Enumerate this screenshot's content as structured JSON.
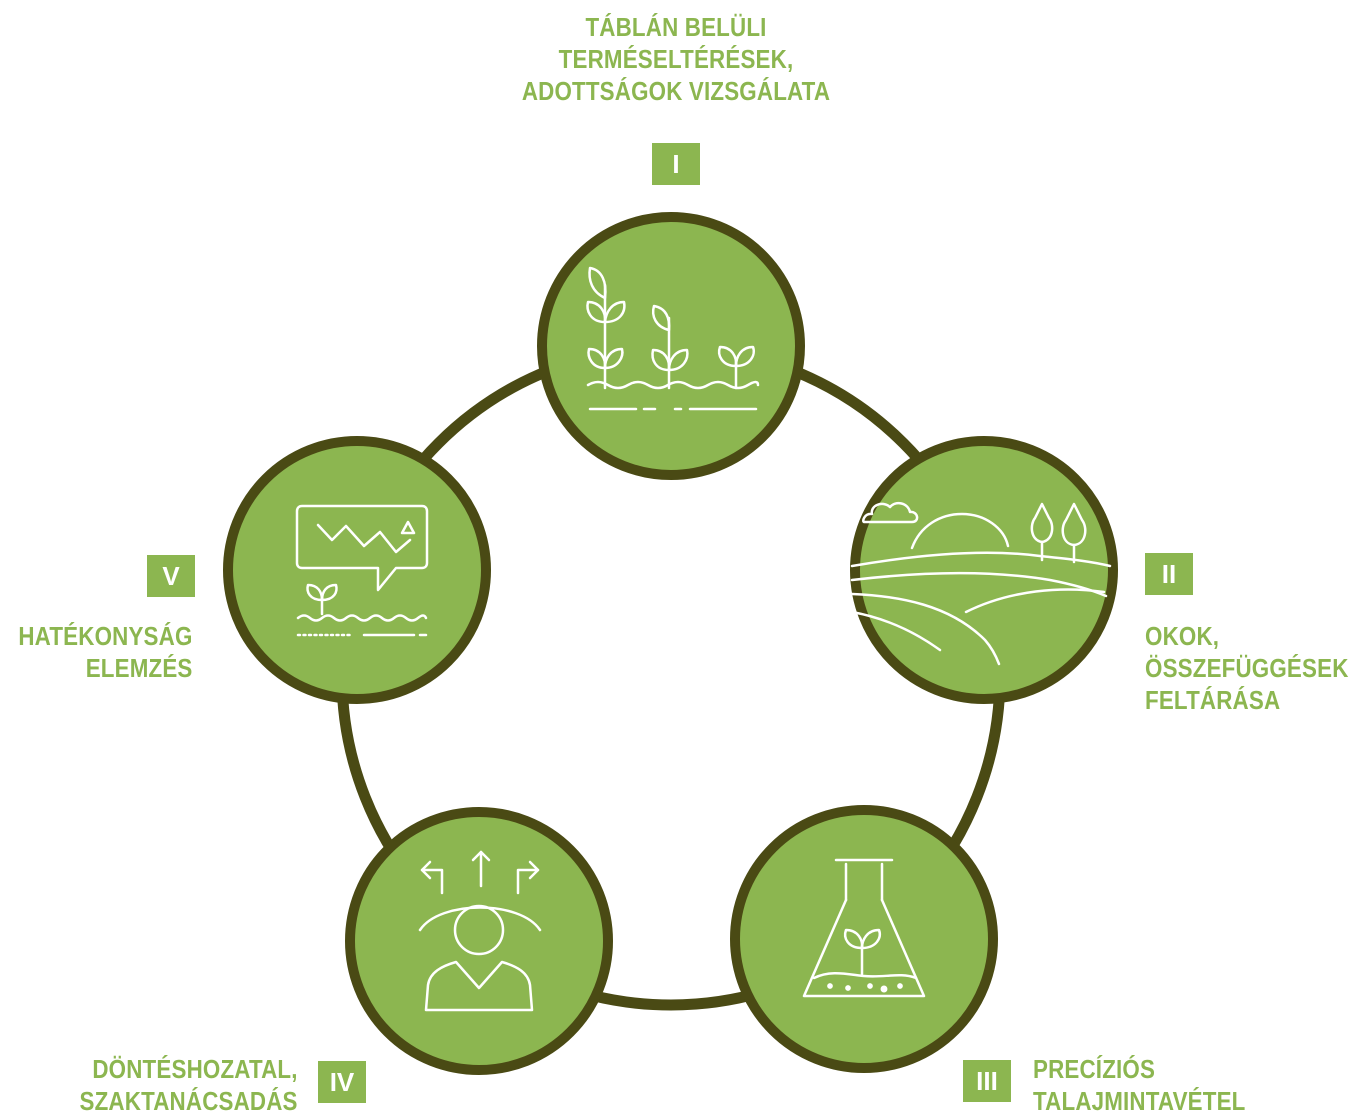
{
  "colors": {
    "circle_fill": "#8cb650",
    "circle_border": "#4a4a14",
    "ring": "#4a4a14",
    "label": "#8cb650",
    "badge_bg": "#8cb650",
    "badge_text": "#ffffff",
    "icon_stroke": "#ffffff"
  },
  "steps": [
    {
      "numeral": "I",
      "icon": "sprouting-plants-icon",
      "label": [
        "TÁBLÁN BELÜLI",
        "TERMÉSELTÉRÉSEK,",
        "ADOTTSÁGOK VIZSGÁLATA"
      ]
    },
    {
      "numeral": "II",
      "icon": "landscape-fields-icon",
      "label": [
        "OKOK,",
        "ÖSSZEFÜGGÉSEK",
        "FELTÁRÁSA"
      ]
    },
    {
      "numeral": "III",
      "icon": "lab-flask-seedling-icon",
      "label": [
        "PRECÍZIÓS",
        "TALAJMINTAVÉTEL"
      ]
    },
    {
      "numeral": "IV",
      "icon": "person-decision-arrows-icon",
      "label": [
        "DÖNTÉSHOZATAL,",
        "SZAKTANÁCSADÁS"
      ]
    },
    {
      "numeral": "V",
      "icon": "chart-speech-bubble-plant-icon",
      "label": [
        "HATÉKONYSÁG",
        "ELEMZÉS"
      ]
    }
  ]
}
